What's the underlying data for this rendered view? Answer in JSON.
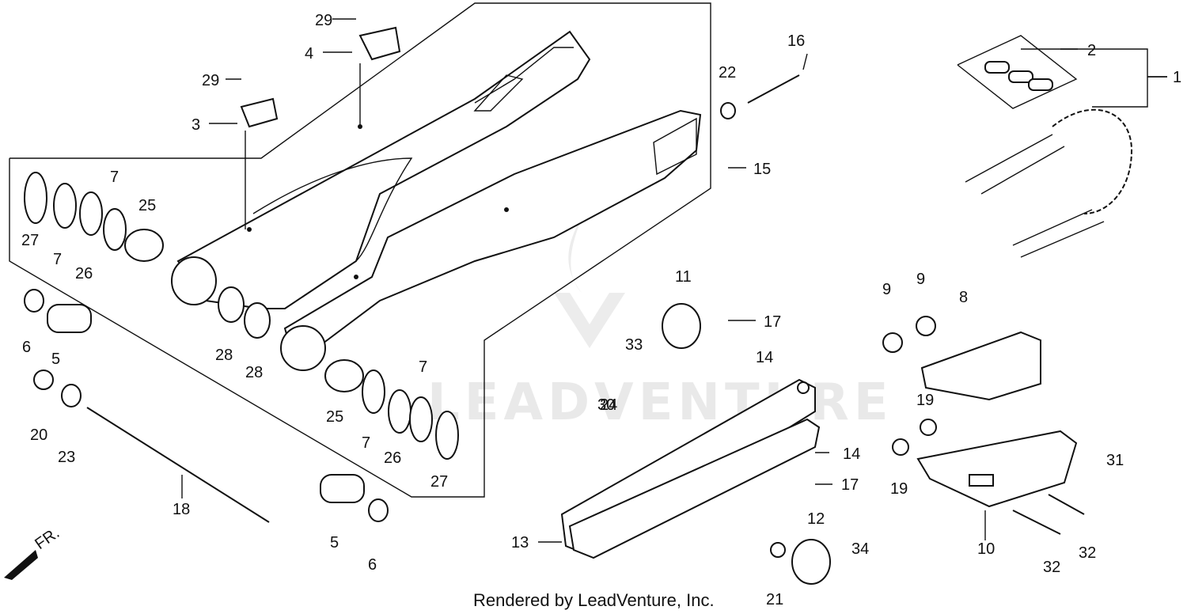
{
  "footer": "Rendered by LeadVenture, Inc.",
  "watermark": "LEADVENTURE",
  "direction_label": "FR.",
  "callouts": [
    "1",
    "2",
    "3",
    "4",
    "5",
    "5",
    "6",
    "6",
    "7",
    "7",
    "7",
    "7",
    "8",
    "9",
    "9",
    "10",
    "11",
    "12",
    "13",
    "14",
    "14",
    "15",
    "16",
    "17",
    "17",
    "18",
    "19",
    "19",
    "20",
    "21",
    "22",
    "23",
    "24",
    "25",
    "25",
    "26",
    "26",
    "27",
    "27",
    "28",
    "28",
    "29",
    "29",
    "30",
    "31",
    "32",
    "32",
    "33",
    "34"
  ],
  "colors": {
    "line": "#111111",
    "background": "#ffffff",
    "watermark": "#d8d8d8"
  }
}
